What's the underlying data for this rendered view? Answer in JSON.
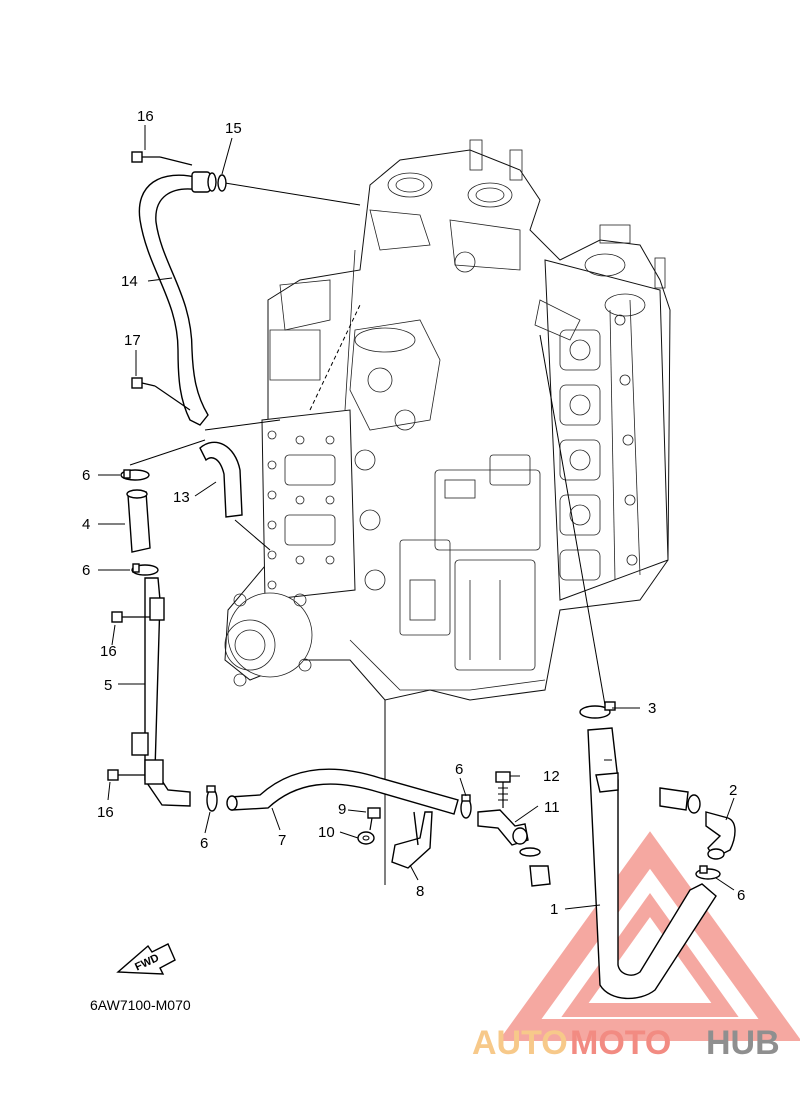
{
  "diagram_code": "6AW7100-M070",
  "fwd_label": "FWD",
  "watermark": {
    "part1": "AUTO",
    "part2": "MOTO",
    "part3": "HUB",
    "color_logo": "#f28b82",
    "color_auto": "#f7c98a",
    "color_hub": "#8f8f8f"
  },
  "callouts": {
    "c16a": "16",
    "c15": "15",
    "c14": "14",
    "c17": "17",
    "c6a": "6",
    "c13": "13",
    "c4": "4",
    "c6b": "6",
    "c16b": "16",
    "c5": "5",
    "c16c": "16",
    "c6c": "6",
    "c7": "7",
    "c9": "9",
    "c10": "10",
    "c8": "8",
    "c6d": "6",
    "c12": "12",
    "c11": "11",
    "c3": "3",
    "c2": "2",
    "c6e": "6",
    "c1": "1"
  }
}
